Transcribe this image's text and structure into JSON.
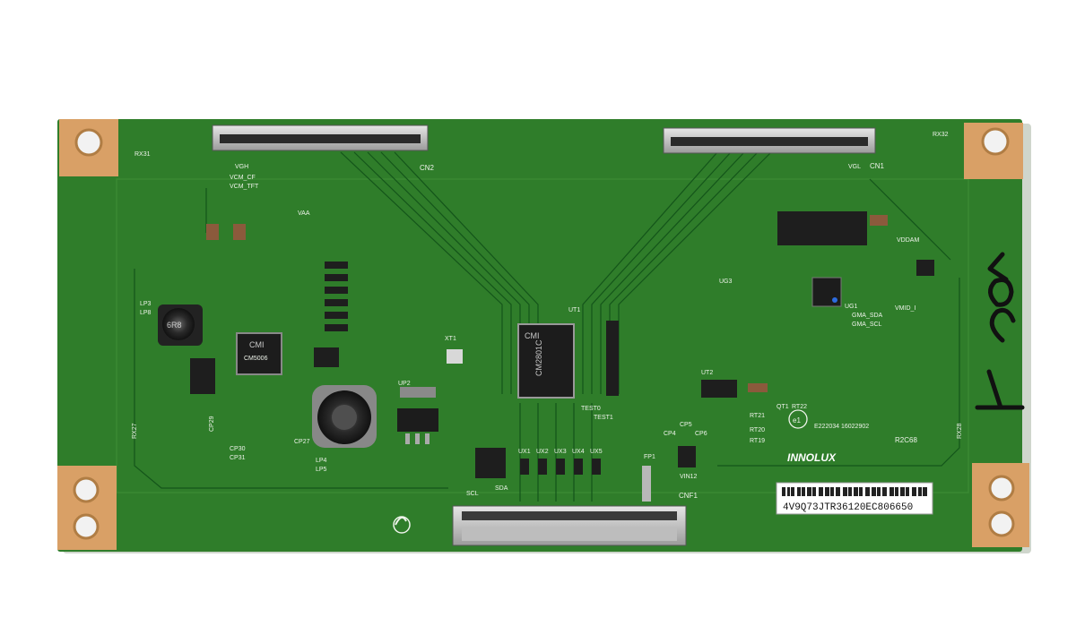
{
  "board": {
    "colors": {
      "pcb": "#2f7d2a",
      "pad": "#d9a066",
      "chip": "#1c1c1c"
    },
    "connectors": {
      "left_top": "CN2",
      "right_top": "CN1",
      "bottom": "CNF1"
    },
    "chips": {
      "tcon": {
        "brand": "CMI",
        "model": "CM2801C"
      },
      "pmic": {
        "brand": "CMI",
        "model": "CM5006"
      }
    },
    "inductors": {
      "left": "6R8"
    },
    "logo": "INNOLUX",
    "cert_mark": "e1",
    "revision": "R2C68",
    "serial_label": "4V9Q73JTR36120EC806650",
    "handwriting": "Tcon",
    "silkscreen": {
      "rx31": "RX31",
      "rx32": "RX32",
      "rx27": "RX27",
      "rx28": "RX28",
      "vgh": "VGH",
      "vgl": "VGL",
      "vaa": "VAA",
      "vcm_cf": "VCM_CF",
      "vcm_tft": "VCM_TFT",
      "vdda": "VDDAM",
      "vmid": "VMID_I",
      "gma_sda": "GMA_SDA",
      "gma_scl": "GMA_SCL",
      "xt1": "XT1",
      "ut1": "UT1",
      "up2": "UP2",
      "ug1": "UG1",
      "ug3": "UG3",
      "ut2": "UT2",
      "lp4": "LP4",
      "lp5": "LP5",
      "lp3": "LP3",
      "lp8": "LP8",
      "cp29": "CP29",
      "cp30": "CP30",
      "cp31": "CP31",
      "cp27": "CP27",
      "test0": "TEST0",
      "test1": "TEST1",
      "sda": "SDA",
      "scl": "SCL",
      "ux1": "UX1",
      "ux2": "UX2",
      "ux3": "UX3",
      "ux4": "UX4",
      "ux5": "UX5",
      "vin12": "VIN12",
      "fp1": "FP1",
      "cp4": "CP4",
      "cp5": "CP5",
      "cp6": "CP6",
      "rt20": "RT20",
      "rt19": "RT19",
      "rt21": "RT21",
      "rt22": "RT22",
      "qt1": "QT1",
      "ul_code": "E222034 16022902"
    }
  }
}
